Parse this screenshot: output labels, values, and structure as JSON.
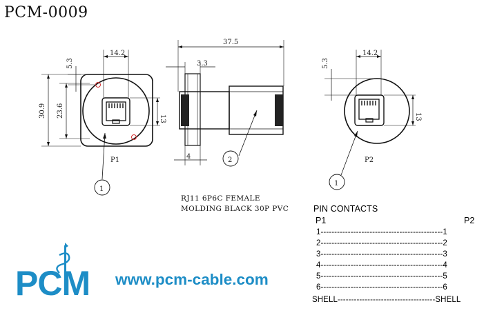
{
  "title": "PCM-0009",
  "note": {
    "line1": "RJ11  6P6C FEMALE",
    "line2": "MOLDING BLACK 30P PVC"
  },
  "labels": {
    "p1": "P1",
    "p2": "P2",
    "callout1_left": "1",
    "callout2": "2",
    "callout1_right": "1"
  },
  "dimensions": {
    "left_top_width": "14.2",
    "left_top_offset": "5.3",
    "left_height_outer": "30.9",
    "left_height_inner": "23.6",
    "left_port_height": "13",
    "side_length": "37.5",
    "side_flange": "3.3",
    "side_bottom": "4",
    "right_top_width": "14.2",
    "right_top_offset": "5.3",
    "right_port_height": "13"
  },
  "pin_table": {
    "heading": "PIN CONTACTS",
    "col_left": "P1",
    "col_right": "P2",
    "rows": [
      "1---------------------------------------------1",
      "2---------------------------------------------2",
      "3---------------------------------------------3",
      "4---------------------------------------------4",
      "5---------------------------------------------5",
      "6---------------------------------------------6",
      "SHELL------------------------------------SHELL"
    ]
  },
  "logo": {
    "text": "PCM",
    "website": "www.pcm-cable.com",
    "color": "#1d8dc6",
    "accent": "#2a9bd1"
  },
  "marker_color": "#d32f2f"
}
